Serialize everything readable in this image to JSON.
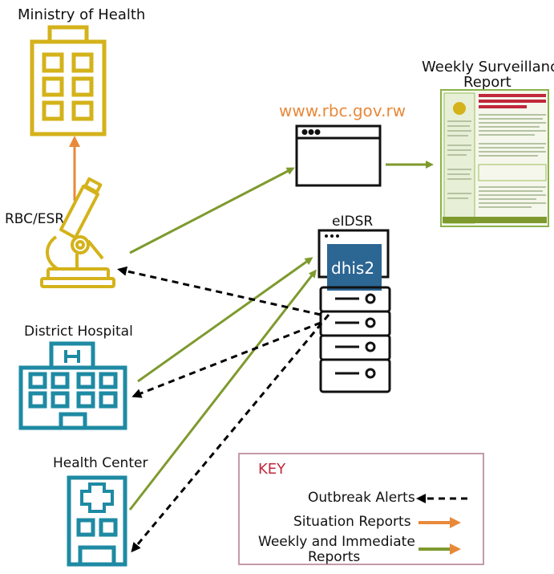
{
  "nodes": {
    "ministry": {
      "label": "Ministry of Health",
      "icon": "building-icon",
      "color": "#d4b21a"
    },
    "rbc": {
      "label": "RBC/ESR",
      "icon": "microscope-icon",
      "color": "#d4b21a"
    },
    "district": {
      "label": "District Hospital",
      "icon": "hospital-icon",
      "color": "#1e8aa3"
    },
    "health_center": {
      "label": "Health Center",
      "icon": "clinic-cross-icon",
      "color": "#1e8aa3"
    },
    "website": {
      "label": "www.rbc.gov.rw",
      "icon": "browser-window-icon",
      "color": "#e8893a"
    },
    "report": {
      "label_line1": "Weekly Surveillance",
      "label_line2": "Report",
      "icon": "report-document-icon"
    },
    "eidsr": {
      "label": "eIDSR",
      "logo_text": "dhis2",
      "icon": "server-icon",
      "logo_color": "#2c6693"
    }
  },
  "key": {
    "title": "KEY",
    "title_color": "#c0283c",
    "items": [
      {
        "label": "Outbreak Alerts",
        "style": "dashed-black"
      },
      {
        "label": "Situation Reports",
        "style": "orange"
      },
      {
        "label_line1": "Weekly and Immediate",
        "label_line2": "Reports",
        "style": "green"
      }
    ]
  },
  "colors": {
    "green": "#7e9a2e",
    "orange": "#e8893a",
    "black": "#000000"
  }
}
